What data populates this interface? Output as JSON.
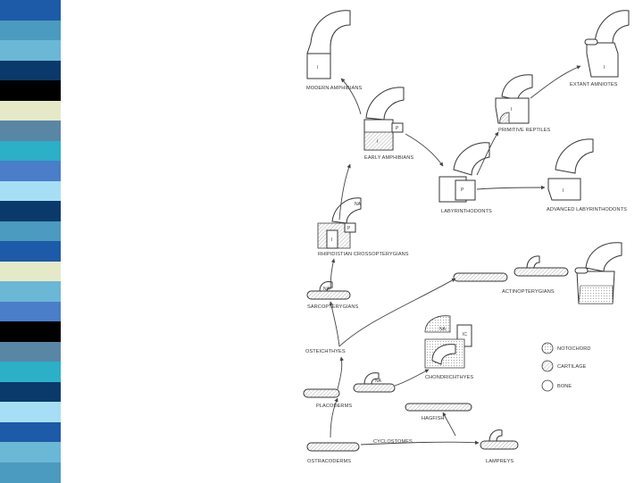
{
  "colors": {
    "palette": [
      "#1d5aa8",
      "#4a9bbf",
      "#6bb7d6",
      "#0a3a6b",
      "#000000",
      "#e6e9c8",
      "#5a86a5",
      "#2bb0c8",
      "#4a7ec9",
      "#a6dff5"
    ]
  },
  "labels": {
    "modern_amphibians": "MODERN AMPHIBIANS",
    "extant_amniotes": "EXTANT AMNIOTES",
    "primitive_reptiles": "PRIMITIVE REPTILES",
    "early_amphibians": "EARLY AMPHIBIANS",
    "labyrinthodonts": "LABYRINTHODONTS",
    "advanced_labyrinthodonts": "ADVANCED LABYRINTHODONTS",
    "rhipidistian": "RHIPIDISTIAN CROSSOPTERYGIANS",
    "actinopterygians": "ACTINOPTERYGIANS",
    "sarcopterygians": "SARCOPTERYGIANS",
    "osteichthyes": "OSTEICHTHYES",
    "chondrichthyes": "CHONDRICHTHYES",
    "placoderms": "PLACODERMS",
    "hagfish": "HAGFISH",
    "cyclostomes": "CYCLOSTOMES",
    "ostracoderms": "OSTRACODERMS",
    "lampreys": "LAMPREYS"
  },
  "legend": {
    "notochord": "NOTOCHORD",
    "cartilage": "CARTILAGE",
    "bone": "BONE"
  },
  "tags": {
    "I": "I",
    "P": "P",
    "NA": "NA",
    "IC": "IC"
  }
}
